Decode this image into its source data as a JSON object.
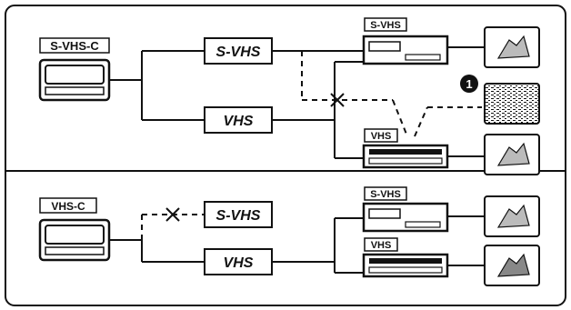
{
  "panels": [
    {
      "tape_logo": "S-VHS-C",
      "upper_format": "S-VHS",
      "lower_format": "VHS",
      "upper_deck_logo": "S-VHS",
      "lower_deck_logo": "VHS",
      "note_marker": "1"
    },
    {
      "tape_logo": "VHS-C",
      "upper_format": "S-VHS",
      "lower_format": "VHS",
      "upper_deck_logo": "S-VHS",
      "lower_deck_logo": "VHS"
    }
  ]
}
